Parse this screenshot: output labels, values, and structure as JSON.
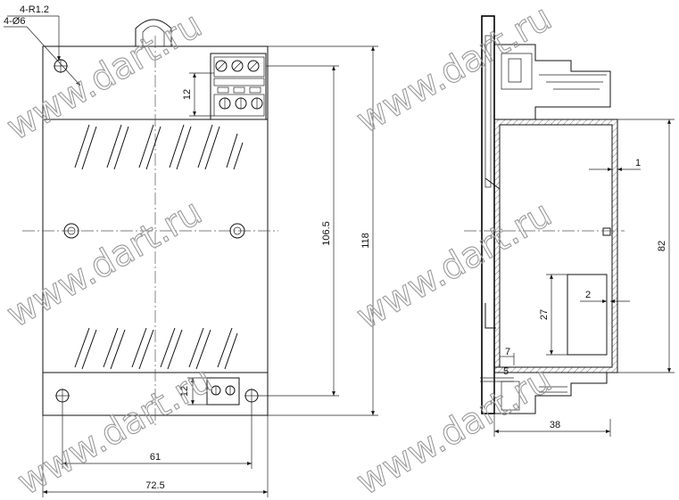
{
  "watermark": "www.dart.ru",
  "callouts": {
    "radius": "4-R1.2",
    "holes": "4-Ø6"
  },
  "dims": {
    "overall_height": "118",
    "hole_spacing_vertical": "106.5",
    "top_terminal": "12",
    "bottom_terminal": "12",
    "hole_spacing_horizontal": "61",
    "overall_width": "72.5",
    "wall": "1",
    "body_depth": "82",
    "slot_width": "2",
    "slot_height": "27",
    "flange_a": "7",
    "flange_b": "5",
    "base_depth": "38"
  }
}
